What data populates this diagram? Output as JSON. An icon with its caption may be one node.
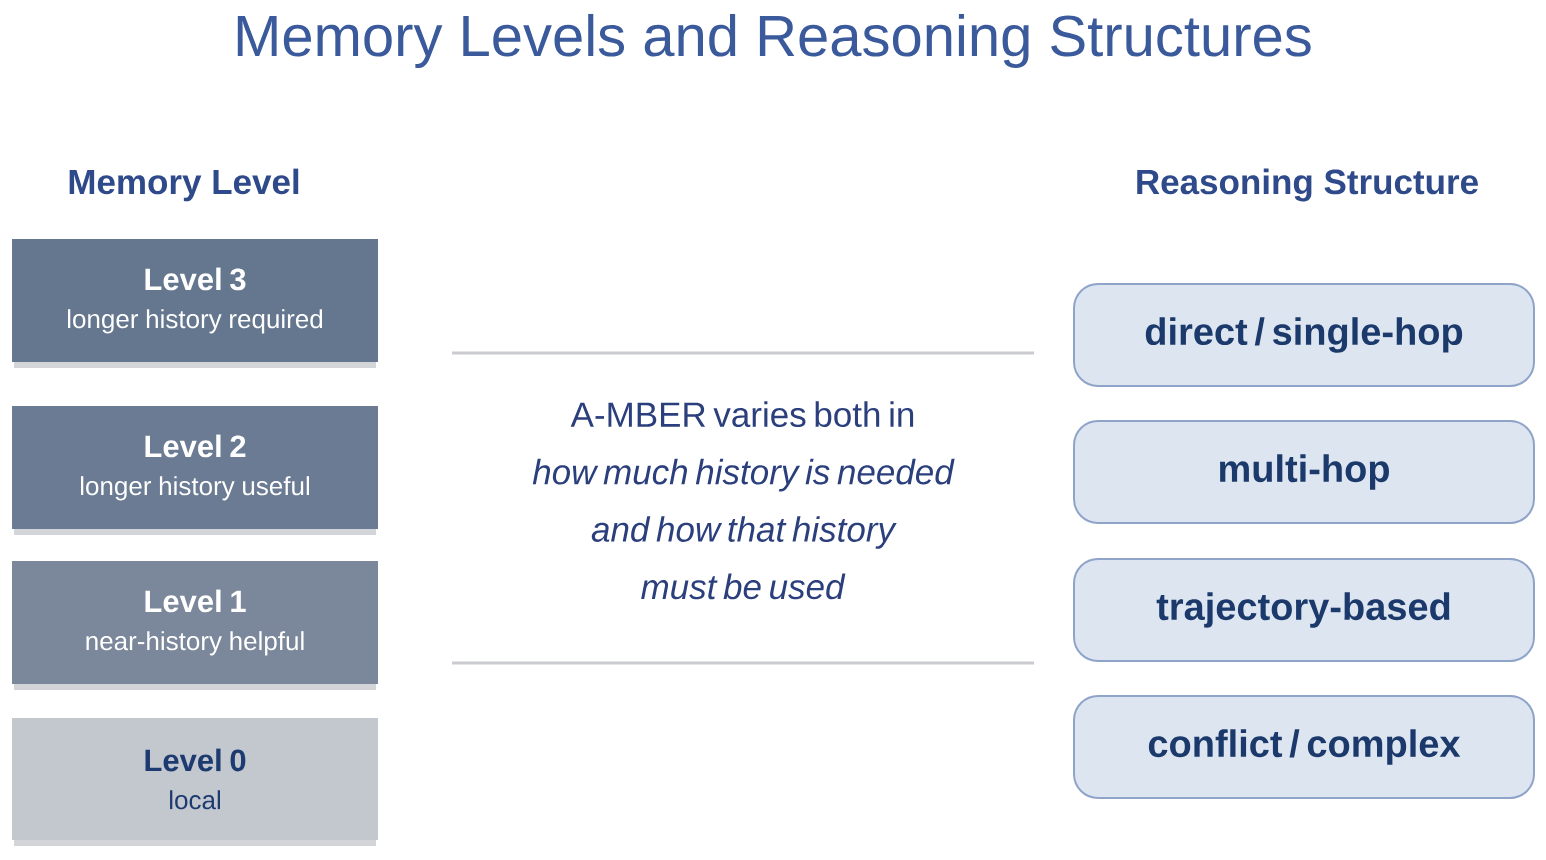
{
  "diagram": {
    "title": "Memory Levels and Reasoning Structures",
    "nodes": [
      {
        "text": [
          "Level 3",
          "longer history required"
        ]
      },
      {
        "text": [
          "Level 2",
          "longer history useful"
        ]
      },
      {
        "text": [
          "Level 1",
          "near-history helpful"
        ]
      },
      {
        "text": [
          "Level 0",
          "local"
        ]
      },
      {
        "text": [
          "direct / single-hop"
        ]
      },
      {
        "text": [
          "multi-hop"
        ]
      },
      {
        "text": [
          "trajectory-based"
        ]
      },
      {
        "text": [
          "conflict / complex"
        ]
      }
    ],
    "labels": [
      "Memory Level",
      "Reasoning Structure",
      "A-MBER varies both in *how much history is needed and how that history must be used*"
    ]
  }
}
